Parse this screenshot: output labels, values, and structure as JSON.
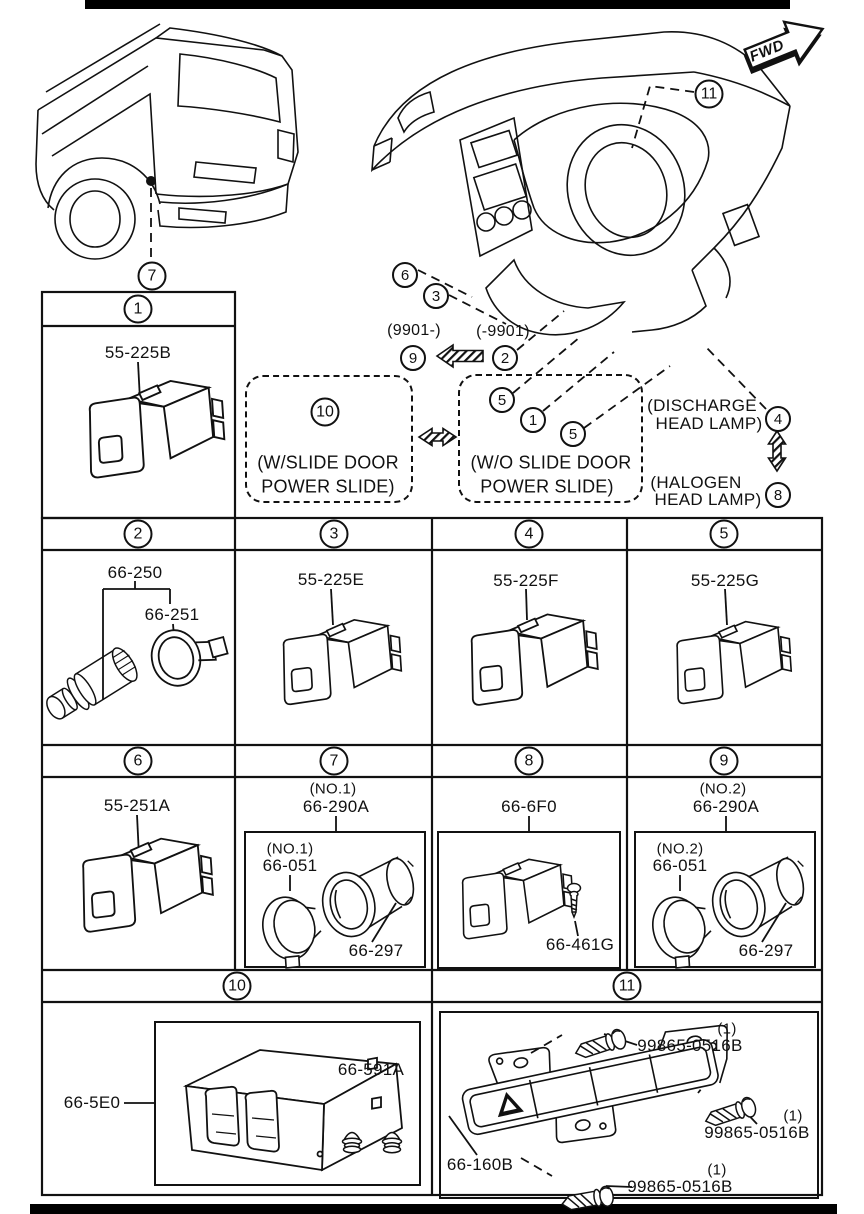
{
  "direction_arrow": {
    "label": "FWD"
  },
  "scene": {
    "rear_callout": "7",
    "dash_callout": "11",
    "callout_6": "6",
    "callout_3": "3",
    "late_range": "(9901-)",
    "late_callout": "9",
    "early_range": "(-9901)",
    "early_callout": "2",
    "with_slide": {
      "callout": "10",
      "line1": "(W/SLIDE DOOR",
      "line2": "POWER SLIDE)"
    },
    "without_slide": {
      "callout_5a": "5",
      "callout_1": "1",
      "callout_5b": "5",
      "line1": "(W/O SLIDE DOOR",
      "line2": "POWER SLIDE)"
    },
    "discharge": {
      "line1": "(DISCHARGE",
      "line2": "HEAD LAMP)",
      "callout": "4"
    },
    "halogen": {
      "line1": "(HALOGEN",
      "line2": "HEAD LAMP)",
      "callout": "8"
    }
  },
  "grid": {
    "cell1": {
      "num": "1",
      "part": "55-225B"
    },
    "cell2": {
      "num": "2",
      "part_a": "66-250",
      "part_b": "66-251"
    },
    "cell3": {
      "num": "3",
      "part": "55-225E"
    },
    "cell4": {
      "num": "4",
      "part": "55-225F"
    },
    "cell5": {
      "num": "5",
      "part": "55-225G"
    },
    "cell6": {
      "num": "6",
      "part": "55-251A"
    },
    "cell7": {
      "num": "7",
      "variant": "(NO.1)",
      "part": "66-290A",
      "inner_variant": "(NO.1)",
      "inner_part_a": "66-051",
      "inner_part_b": "66-297"
    },
    "cell8": {
      "num": "8",
      "part": "66-6F0",
      "screw": "66-461G"
    },
    "cell9": {
      "num": "9",
      "variant": "(NO.2)",
      "part": "66-290A",
      "inner_variant": "(NO.2)",
      "inner_part_a": "66-051",
      "inner_part_b": "66-297"
    },
    "cell10": {
      "num": "10",
      "part": "66-5E0",
      "screws": "66-591A"
    },
    "cell11": {
      "num": "11",
      "part": "66-160B",
      "screw": "99865-0516B",
      "qty": "(1)"
    }
  }
}
